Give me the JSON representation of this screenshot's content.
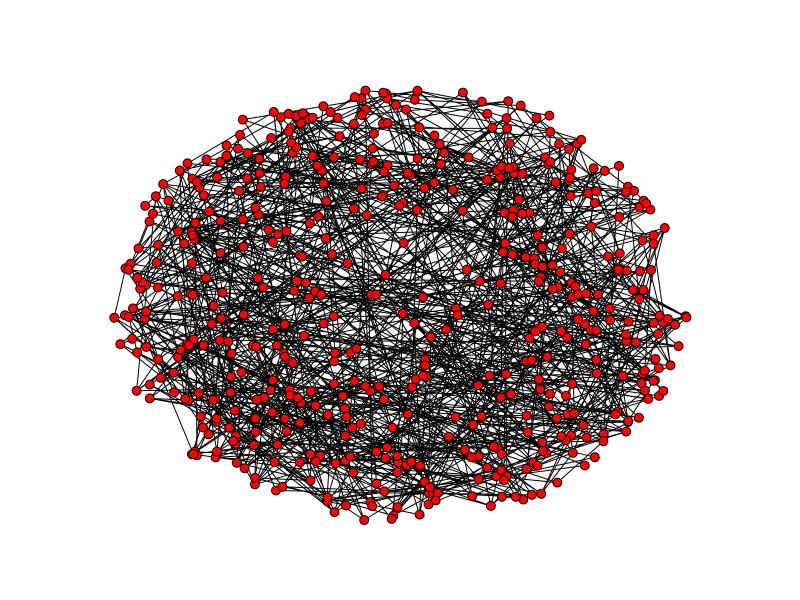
{
  "figure": {
    "description_free": true,
    "style": {
      "background": "#ffffff",
      "node_fill": "#ff0000",
      "node_stroke": "#000000",
      "edge_color": "#000000"
    },
    "graph": {
      "node_count": 520,
      "edges_per_node": 2,
      "layout": "spring-ellipse",
      "seed": 7
    }
  }
}
